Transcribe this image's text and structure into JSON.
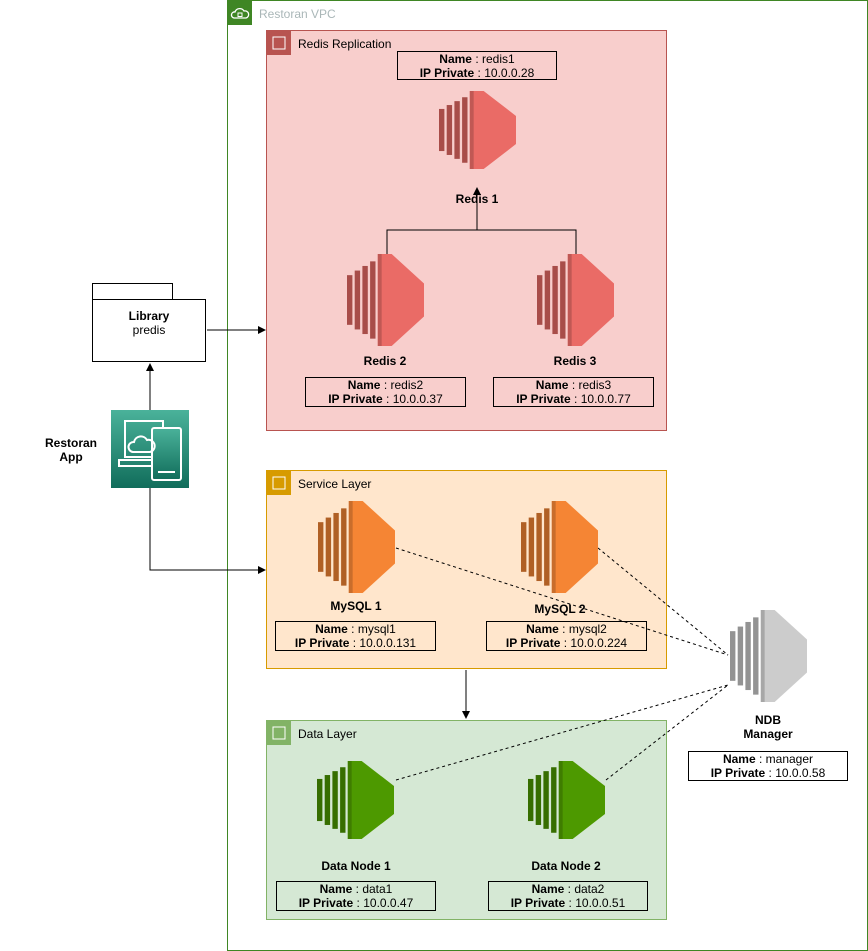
{
  "vpc": {
    "title": "Restoran VPC",
    "border_color": "#3f8624"
  },
  "groups": {
    "redis": {
      "title": "Redis Replication",
      "fill": "#f8cecc",
      "stroke": "#b85450"
    },
    "service": {
      "title": "Service Layer",
      "fill": "#ffe6cc",
      "stroke": "#d79b00"
    },
    "data": {
      "title": "Data Layer",
      "fill": "#d5e8d4",
      "stroke": "#82b366"
    }
  },
  "nodes": {
    "redis1": {
      "label": "Redis 1",
      "name_key": "Name",
      "name_val": "redis1",
      "ip_key": "IP Private",
      "ip_val": "10.0.0.28",
      "color": "#ea6b66"
    },
    "redis2": {
      "label": "Redis 2",
      "name_key": "Name",
      "name_val": "redis2",
      "ip_key": "IP Private",
      "ip_val": "10.0.0.37",
      "color": "#ea6b66"
    },
    "redis3": {
      "label": "Redis 3",
      "name_key": "Name",
      "name_val": "redis3",
      "ip_key": "IP Private",
      "ip_val": "10.0.0.77",
      "color": "#ea6b66"
    },
    "mysql1": {
      "label": "MySQL 1",
      "name_key": "Name",
      "name_val": "mysql1",
      "ip_key": "IP Private",
      "ip_val": "10.0.0.131",
      "color": "#f58534"
    },
    "mysql2": {
      "label": "MySQL 2",
      "name_key": "Name",
      "name_val": "mysql2",
      "ip_key": "IP Private",
      "ip_val": "10.0.0.224",
      "color": "#f58534"
    },
    "data1": {
      "label": "Data Node 1",
      "name_key": "Name",
      "name_val": "data1",
      "ip_key": "IP Private",
      "ip_val": "10.0.0.47",
      "color": "#4d9900"
    },
    "data2": {
      "label": "Data Node 2",
      "name_key": "Name",
      "name_val": "data2",
      "ip_key": "IP Private",
      "ip_val": "10.0.0.51",
      "color": "#4d9900"
    },
    "manager": {
      "label_line1": "NDB",
      "label_line2": "Manager",
      "name_key": "Name",
      "name_val": "manager",
      "ip_key": "IP Private",
      "ip_val": "10.0.0.58",
      "color": "#cccccc"
    }
  },
  "library": {
    "title": "Library",
    "subtitle": "predis"
  },
  "app": {
    "label_line1": "Restoran",
    "label_line2": "App",
    "color": "#1a8a5a"
  },
  "separator": " : "
}
